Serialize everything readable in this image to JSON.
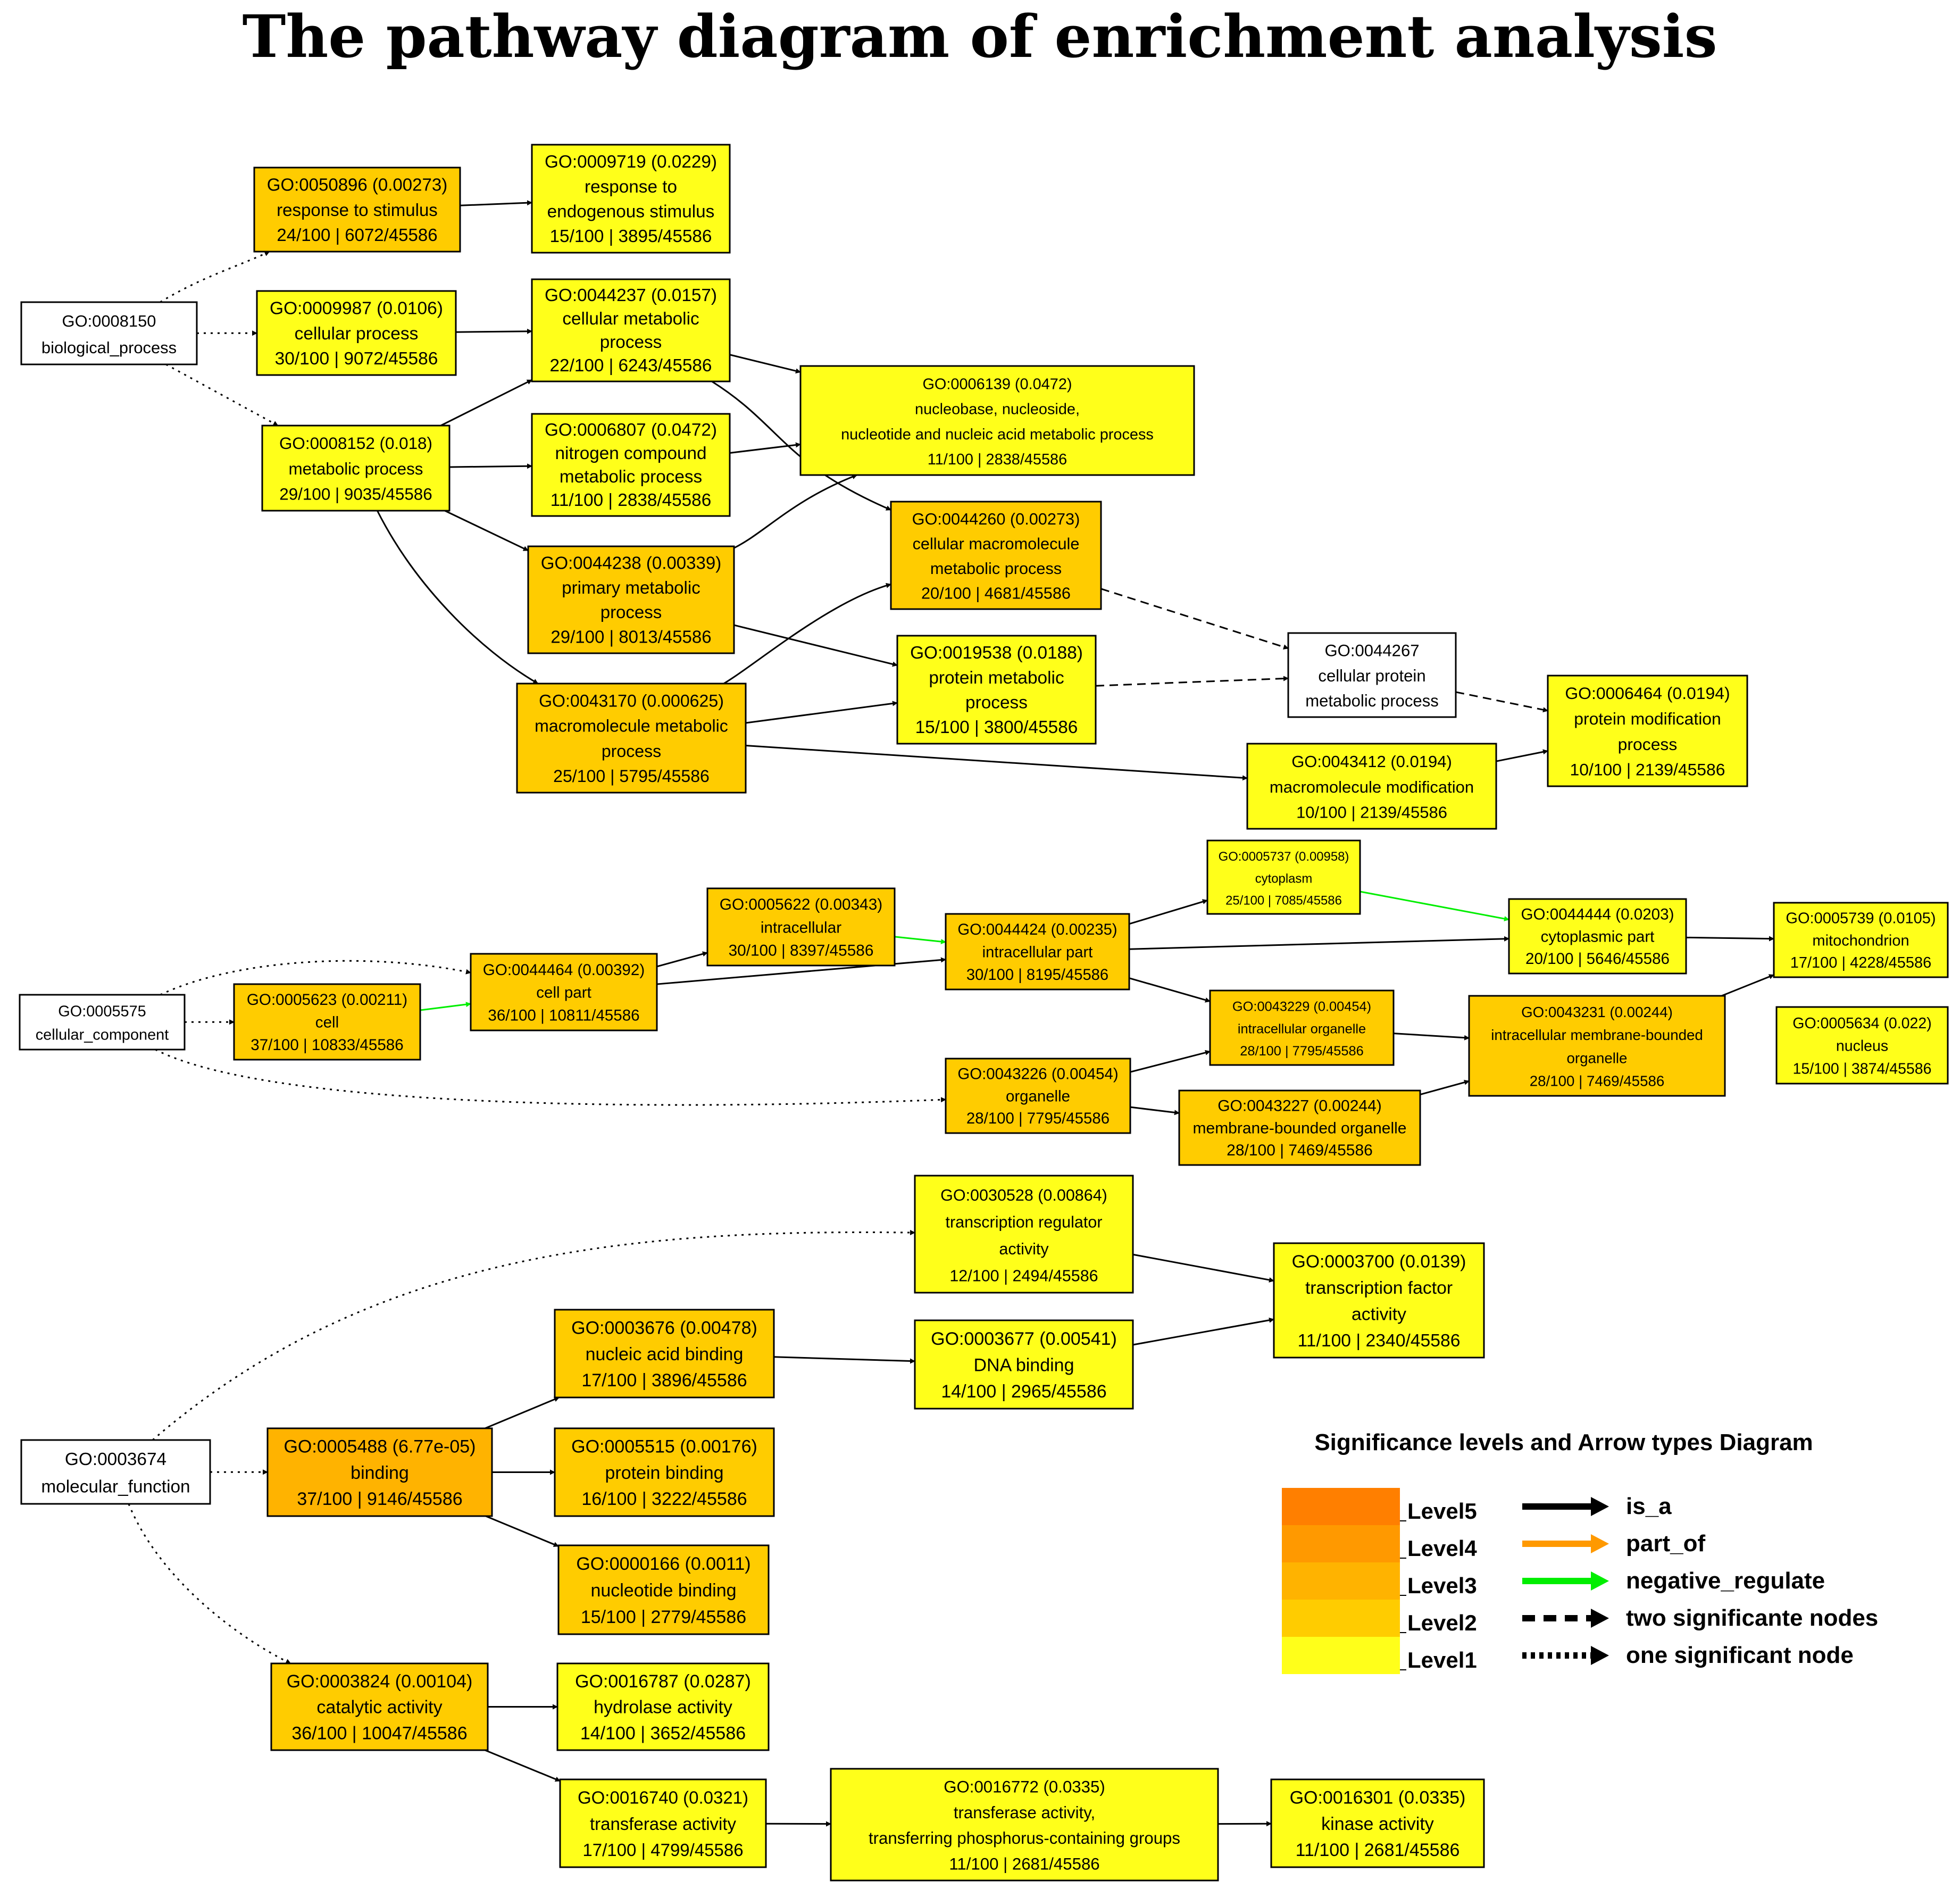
{
  "title": "The pathway diagram of enrichment analysis",
  "colors": {
    "level1": "#ffff1a",
    "level2": "#ffcc00",
    "level3": "#ffb300",
    "level4": "#ff9900",
    "level5": "#ff7f00",
    "root": "#ffffff",
    "is_a": "#000000",
    "part_of": "#ff9900",
    "negative_regulate": "#00ee00"
  },
  "nodes": [
    {
      "id": "n0008150",
      "lines": [
        "GO:0008150",
        "biological_process"
      ],
      "level": "root"
    },
    {
      "id": "n0050896",
      "lines": [
        "GO:0050896 (0.00273)",
        "response to stimulus",
        "24/100 | 6072/45586"
      ],
      "level": "level2"
    },
    {
      "id": "n0009719",
      "lines": [
        "GO:0009719 (0.0229)",
        "response to",
        "endogenous stimulus",
        "15/100 | 3895/45586"
      ],
      "level": "level1"
    },
    {
      "id": "n0009987",
      "lines": [
        "GO:0009987 (0.0106)",
        "cellular process",
        "30/100 | 9072/45586"
      ],
      "level": "level1"
    },
    {
      "id": "n0044237",
      "lines": [
        "GO:0044237 (0.0157)",
        "cellular metabolic",
        "process",
        "22/100 | 6243/45586"
      ],
      "level": "level1"
    },
    {
      "id": "n0008152",
      "lines": [
        "GO:0008152 (0.018)",
        "metabolic process",
        "29/100 | 9035/45586"
      ],
      "level": "level1"
    },
    {
      "id": "n0006807",
      "lines": [
        "GO:0006807 (0.0472)",
        "nitrogen compound",
        "metabolic process",
        "11/100 | 2838/45586"
      ],
      "level": "level1"
    },
    {
      "id": "n0006139",
      "lines": [
        "GO:0006139 (0.0472)",
        "nucleobase, nucleoside,",
        "nucleotide and nucleic acid metabolic process",
        "11/100 | 2838/45586"
      ],
      "level": "level1"
    },
    {
      "id": "n0044260",
      "lines": [
        "GO:0044260 (0.00273)",
        "cellular macromolecule",
        "metabolic process",
        "20/100 | 4681/45586"
      ],
      "level": "level2"
    },
    {
      "id": "n0044238",
      "lines": [
        "GO:0044238 (0.00339)",
        "primary metabolic",
        "process",
        "29/100 | 8013/45586"
      ],
      "level": "level2"
    },
    {
      "id": "n0019538",
      "lines": [
        "GO:0019538 (0.0188)",
        "protein metabolic",
        "process",
        "15/100 | 3800/45586"
      ],
      "level": "level1"
    },
    {
      "id": "n0044267",
      "lines": [
        "GO:0044267",
        "cellular protein",
        "metabolic process"
      ],
      "level": "root"
    },
    {
      "id": "n0006464",
      "lines": [
        "GO:0006464 (0.0194)",
        "protein modification",
        "process",
        "10/100 | 2139/45586"
      ],
      "level": "level1"
    },
    {
      "id": "n0043170",
      "lines": [
        "GO:0043170 (0.000625)",
        "macromolecule metabolic",
        "process",
        "25/100 | 5795/45586"
      ],
      "level": "level2"
    },
    {
      "id": "n0043412",
      "lines": [
        "GO:0043412 (0.0194)",
        "macromolecule modification",
        "10/100 | 2139/45586"
      ],
      "level": "level1"
    },
    {
      "id": "n0005737",
      "lines": [
        "GO:0005737 (0.00958)",
        "cytoplasm",
        "25/100 | 7085/45586"
      ],
      "level": "level1"
    },
    {
      "id": "n0005622",
      "lines": [
        "GO:0005622 (0.00343)",
        "intracellular",
        "30/100 | 8397/45586"
      ],
      "level": "level2"
    },
    {
      "id": "n0044424",
      "lines": [
        "GO:0044424 (0.00235)",
        "intracellular part",
        "30/100 | 8195/45586"
      ],
      "level": "level2"
    },
    {
      "id": "n0044444",
      "lines": [
        "GO:0044444 (0.0203)",
        "cytoplasmic part",
        "20/100 | 5646/45586"
      ],
      "level": "level1"
    },
    {
      "id": "n0005739",
      "lines": [
        "GO:0005739 (0.0105)",
        "mitochondrion",
        "17/100 | 4228/45586"
      ],
      "level": "level1"
    },
    {
      "id": "n0044464",
      "lines": [
        "GO:0044464 (0.00392)",
        "cell part",
        "36/100 | 10811/45586"
      ],
      "level": "level2"
    },
    {
      "id": "n0005575",
      "lines": [
        "GO:0005575",
        "cellular_component"
      ],
      "level": "root"
    },
    {
      "id": "n0005623",
      "lines": [
        "GO:0005623 (0.00211)",
        "cell",
        "37/100 | 10833/45586"
      ],
      "level": "level2"
    },
    {
      "id": "n0043229",
      "lines": [
        "GO:0043229 (0.00454)",
        "intracellular organelle",
        "28/100 | 7795/45586"
      ],
      "level": "level2"
    },
    {
      "id": "n0043231",
      "lines": [
        "GO:0043231 (0.00244)",
        "intracellular membrane-bounded",
        "organelle",
        "28/100 | 7469/45586"
      ],
      "level": "level2"
    },
    {
      "id": "n0005634",
      "lines": [
        "GO:0005634 (0.022)",
        "nucleus",
        "15/100 | 3874/45586"
      ],
      "level": "level1"
    },
    {
      "id": "n0043226",
      "lines": [
        "GO:0043226 (0.00454)",
        "organelle",
        "28/100 | 7795/45586"
      ],
      "level": "level2"
    },
    {
      "id": "n0043227",
      "lines": [
        "GO:0043227 (0.00244)",
        "membrane-bounded organelle",
        "28/100 | 7469/45586"
      ],
      "level": "level2"
    },
    {
      "id": "n0030528",
      "lines": [
        "GO:0030528 (0.00864)",
        "transcription regulator",
        "activity",
        "12/100 | 2494/45586"
      ],
      "level": "level1"
    },
    {
      "id": "n0003700",
      "lines": [
        "GO:0003700 (0.0139)",
        "transcription factor",
        "activity",
        "11/100 | 2340/45586"
      ],
      "level": "level1"
    },
    {
      "id": "n0003676",
      "lines": [
        "GO:0003676 (0.00478)",
        "nucleic acid binding",
        "17/100 | 3896/45586"
      ],
      "level": "level2"
    },
    {
      "id": "n0003677",
      "lines": [
        "GO:0003677 (0.00541)",
        "DNA binding",
        "14/100 | 2965/45586"
      ],
      "level": "level1"
    },
    {
      "id": "n0003674",
      "lines": [
        "GO:0003674",
        "molecular_function"
      ],
      "level": "root"
    },
    {
      "id": "n0005488",
      "lines": [
        "GO:0005488 (6.77e-05)",
        "binding",
        "37/100 | 9146/45586"
      ],
      "level": "level3"
    },
    {
      "id": "n0005515",
      "lines": [
        "GO:0005515 (0.00176)",
        "protein binding",
        "16/100 | 3222/45586"
      ],
      "level": "level2"
    },
    {
      "id": "n0000166",
      "lines": [
        "GO:0000166 (0.0011)",
        "nucleotide binding",
        "15/100 | 2779/45586"
      ],
      "level": "level2"
    },
    {
      "id": "n0003824",
      "lines": [
        "GO:0003824 (0.00104)",
        "catalytic activity",
        "36/100 | 10047/45586"
      ],
      "level": "level2"
    },
    {
      "id": "n0016787",
      "lines": [
        "GO:0016787 (0.0287)",
        "hydrolase activity",
        "14/100 | 3652/45586"
      ],
      "level": "level1"
    },
    {
      "id": "n0016740",
      "lines": [
        "GO:0016740 (0.0321)",
        "transferase activity",
        "17/100 | 4799/45586"
      ],
      "level": "level1"
    },
    {
      "id": "n0016772",
      "lines": [
        "GO:0016772 (0.0335)",
        "transferase activity,",
        "transferring phosphorus-containing groups",
        "11/100 | 2681/45586"
      ],
      "level": "level1"
    },
    {
      "id": "n0016301",
      "lines": [
        "GO:0016301 (0.0335)",
        "kinase activity",
        "11/100 | 2681/45586"
      ],
      "level": "level1"
    }
  ],
  "edges": [
    {
      "from": "n0008150",
      "to": "n0050896",
      "type": "one_significant_node"
    },
    {
      "from": "n0008150",
      "to": "n0009987",
      "type": "one_significant_node"
    },
    {
      "from": "n0008150",
      "to": "n0008152",
      "type": "one_significant_node"
    },
    {
      "from": "n0050896",
      "to": "n0009719",
      "type": "is_a"
    },
    {
      "from": "n0009987",
      "to": "n0044237",
      "type": "is_a"
    },
    {
      "from": "n0008152",
      "to": "n0044237",
      "type": "is_a"
    },
    {
      "from": "n0008152",
      "to": "n0006807",
      "type": "is_a"
    },
    {
      "from": "n0008152",
      "to": "n0044238",
      "type": "is_a"
    },
    {
      "from": "n0008152",
      "to": "n0043170",
      "type": "is_a"
    },
    {
      "from": "n0044237",
      "to": "n0006139",
      "type": "is_a"
    },
    {
      "from": "n0044237",
      "to": "n0044260",
      "type": "is_a"
    },
    {
      "from": "n0006807",
      "to": "n0006139",
      "type": "is_a"
    },
    {
      "from": "n0044238",
      "to": "n0006139",
      "type": "is_a"
    },
    {
      "from": "n0044238",
      "to": "n0019538",
      "type": "is_a"
    },
    {
      "from": "n0043170",
      "to": "n0044260",
      "type": "is_a"
    },
    {
      "from": "n0043170",
      "to": "n0019538",
      "type": "is_a"
    },
    {
      "from": "n0043170",
      "to": "n0043412",
      "type": "is_a"
    },
    {
      "from": "n0044260",
      "to": "n0044267",
      "type": "two_significant_nodes"
    },
    {
      "from": "n0019538",
      "to": "n0044267",
      "type": "two_significant_nodes"
    },
    {
      "from": "n0044267",
      "to": "n0006464",
      "type": "two_significant_nodes"
    },
    {
      "from": "n0043412",
      "to": "n0006464",
      "type": "is_a"
    },
    {
      "from": "n0005575",
      "to": "n0044464",
      "type": "one_significant_node"
    },
    {
      "from": "n0005575",
      "to": "n0005623",
      "type": "one_significant_node"
    },
    {
      "from": "n0005575",
      "to": "n0043226",
      "type": "one_significant_node"
    },
    {
      "from": "n0005623",
      "to": "n0044464",
      "type": "negative_regulate"
    },
    {
      "from": "n0044464",
      "to": "n0005622",
      "type": "is_a"
    },
    {
      "from": "n0044464",
      "to": "n0044424",
      "type": "is_a"
    },
    {
      "from": "n0005622",
      "to": "n0044424",
      "type": "negative_regulate"
    },
    {
      "from": "n0044424",
      "to": "n0005737",
      "type": "is_a"
    },
    {
      "from": "n0044424",
      "to": "n0044444",
      "type": "is_a"
    },
    {
      "from": "n0044424",
      "to": "n0043229",
      "type": "is_a"
    },
    {
      "from": "n0005737",
      "to": "n0044444",
      "type": "negative_regulate"
    },
    {
      "from": "n0044444",
      "to": "n0005739",
      "type": "is_a"
    },
    {
      "from": "n0043226",
      "to": "n0043229",
      "type": "is_a"
    },
    {
      "from": "n0043226",
      "to": "n0043227",
      "type": "is_a"
    },
    {
      "from": "n0043229",
      "to": "n0043231",
      "type": "is_a"
    },
    {
      "from": "n0043227",
      "to": "n0043231",
      "type": "is_a"
    },
    {
      "from": "n0043231",
      "to": "n0005739",
      "type": "is_a"
    },
    {
      "from": "n0003674",
      "to": "n0030528",
      "type": "one_significant_node"
    },
    {
      "from": "n0003674",
      "to": "n0005488",
      "type": "one_significant_node"
    },
    {
      "from": "n0003674",
      "to": "n0003824",
      "type": "one_significant_node"
    },
    {
      "from": "n0030528",
      "to": "n0003700",
      "type": "is_a"
    },
    {
      "from": "n0003677",
      "to": "n0003700",
      "type": "is_a"
    },
    {
      "from": "n0005488",
      "to": "n0003676",
      "type": "is_a"
    },
    {
      "from": "n0005488",
      "to": "n0005515",
      "type": "is_a"
    },
    {
      "from": "n0005488",
      "to": "n0000166",
      "type": "is_a"
    },
    {
      "from": "n0003676",
      "to": "n0003677",
      "type": "is_a"
    },
    {
      "from": "n0003824",
      "to": "n0016787",
      "type": "is_a"
    },
    {
      "from": "n0003824",
      "to": "n0016740",
      "type": "is_a"
    },
    {
      "from": "n0016740",
      "to": "n0016772",
      "type": "is_a"
    },
    {
      "from": "n0016772",
      "to": "n0016301",
      "type": "is_a"
    }
  ],
  "legend": {
    "title": "Significance levels and Arrow types Diagram",
    "levels": [
      {
        "key": "level5",
        "label": "Level5"
      },
      {
        "key": "level4",
        "label": "Level4"
      },
      {
        "key": "level3",
        "label": "Level3"
      },
      {
        "key": "level2",
        "label": "Level2"
      },
      {
        "key": "level1",
        "label": "Level1"
      }
    ],
    "arrows": [
      {
        "type": "is_a",
        "label": "is_a"
      },
      {
        "type": "part_of",
        "label": "part_of"
      },
      {
        "type": "negative_regulate",
        "label": "negative_regulate"
      },
      {
        "type": "two_significant_nodes",
        "label": "two significante nodes"
      },
      {
        "type": "one_significant_node",
        "label": "one significant node"
      }
    ]
  }
}
